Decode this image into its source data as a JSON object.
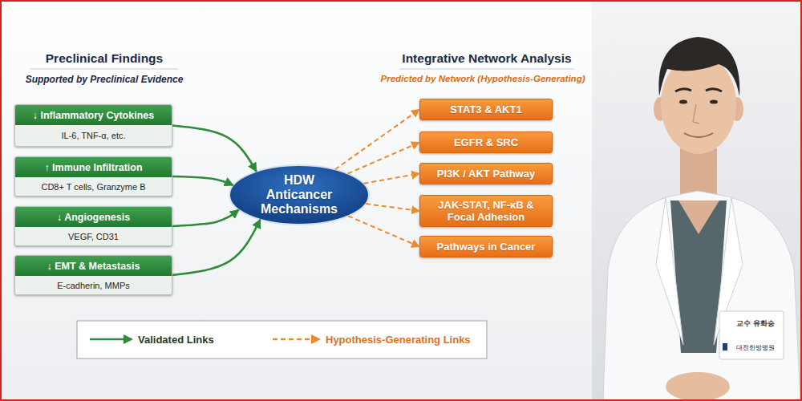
{
  "diagram": {
    "nodes": [
      {
        "text": [
          "↓ Inflammatory Cytokines",
          "IL-6, TNF-α, etc."
        ]
      },
      {
        "text": [
          "↑ Immune Infiltration",
          "CD8+ T cells, Granzyme B"
        ]
      },
      {
        "text": [
          "↓ Angiogenesis",
          "VEGF, CD31"
        ]
      },
      {
        "text": [
          "↓ EMT & Metastasis",
          "E-cadherin, MMPs"
        ]
      },
      {
        "text": [
          "HDW Anticancer Mechanisms"
        ]
      },
      {
        "text": [
          "STAT3 & AKT1"
        ]
      },
      {
        "text": [
          "EGFR & SRC"
        ]
      },
      {
        "text": [
          "PI3K / AKT Pathway"
        ]
      },
      {
        "text": [
          "JAK-STAT, NF-κB & Focal Adhesion"
        ]
      },
      {
        "text": [
          "Pathways in Cancer"
        ]
      }
    ],
    "edges": [
      {
        "from": 0,
        "to": 4,
        "arrow": "to"
      },
      {
        "from": 1,
        "to": 4,
        "arrow": "to"
      },
      {
        "from": 2,
        "to": 4,
        "arrow": "to"
      },
      {
        "from": 3,
        "to": 4,
        "arrow": "to"
      },
      {
        "from": 4,
        "to": 5,
        "arrow": "to"
      },
      {
        "from": 4,
        "to": 6,
        "arrow": "to"
      },
      {
        "from": 4,
        "to": 7,
        "arrow": "to"
      },
      {
        "from": 4,
        "to": 8,
        "arrow": "to"
      },
      {
        "from": 4,
        "to": 9,
        "arrow": "to"
      }
    ],
    "labels": [
      "Preclinical Findings",
      "Supported by Preclinical Evidence",
      "Integrative Network Analysis",
      "Predicted by Network (Hypothesis-Generating)",
      "교수 유화승",
      "대전한방병원"
    ],
    "legend": [
      {
        "text": "Validated Links"
      },
      {
        "text": "Hypothesis-Generating Links"
      }
    ]
  }
}
